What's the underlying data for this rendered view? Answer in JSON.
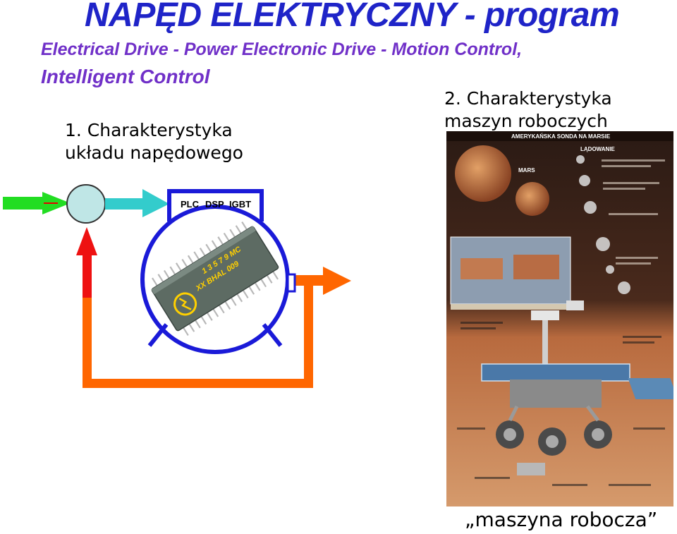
{
  "title": "NAPĘD ELEKTRYCZNY - program",
  "subtitle_line1": "Electrical Drive - Power Electronic Drive - Motion Control,",
  "subtitle_line2": "Intelligent Control",
  "section1": {
    "line1": "1. Charakterystyka",
    "line2": "układu napędowego"
  },
  "section2": {
    "line1": "2. Charakterystyka",
    "line2": "maszyn roboczych"
  },
  "controller": {
    "labels": [
      "PLC",
      "DSP",
      "IGBT"
    ]
  },
  "chip": {
    "line1": "1 3 5 7 9 MC",
    "line2": "XX BHAL 009"
  },
  "photo": {
    "header": "AMERYKAŃSKA SONDA NA MARSIE",
    "landing": "LĄDOWANIE",
    "mars": "MARS"
  },
  "caption": "„maszyna robocza”",
  "colors": {
    "title": "#1f24c8",
    "subtitle": "#7030c8",
    "input_arrow": "#22dd22",
    "reference_arrow": "#33cccc",
    "feedback": "#ff6600",
    "feedback_tip": "#ee1111",
    "motor": "#1a1ad8",
    "chip_body": "#607068"
  }
}
